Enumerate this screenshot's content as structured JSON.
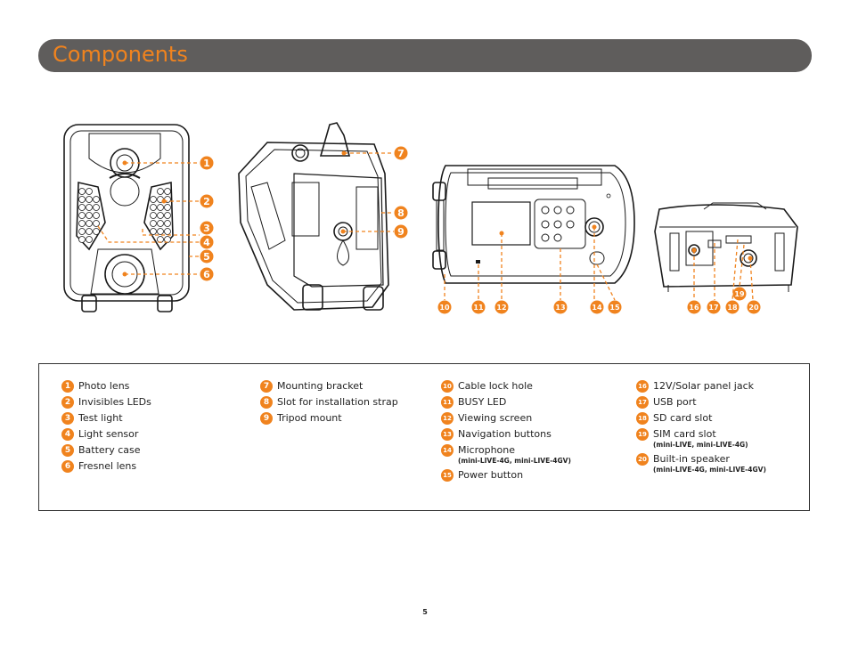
{
  "header": {
    "title": "Components"
  },
  "page_number": "5",
  "colors": {
    "accent": "#f0831e",
    "header_bg": "#5f5d5c"
  },
  "legend": {
    "col1": [
      {
        "num": "1",
        "label": "Photo lens"
      },
      {
        "num": "2",
        "label": "Invisibles LEDs"
      },
      {
        "num": "3",
        "label": "Test light"
      },
      {
        "num": "4",
        "label": "Light sensor"
      },
      {
        "num": "5",
        "label": "Battery case"
      },
      {
        "num": "6",
        "label": "Fresnel lens"
      }
    ],
    "col2": [
      {
        "num": "7",
        "label": "Mounting bracket"
      },
      {
        "num": "8",
        "label": "Slot for installation strap"
      },
      {
        "num": "9",
        "label": "Tripod mount"
      }
    ],
    "col3": [
      {
        "num": "10",
        "label": "Cable lock hole"
      },
      {
        "num": "11",
        "label": "BUSY LED"
      },
      {
        "num": "12",
        "label": "Viewing screen"
      },
      {
        "num": "13",
        "label": "Navigation buttons"
      },
      {
        "num": "14",
        "label": "Microphone",
        "note": "(mini-LIVE-4G, mini-LIVE-4GV)"
      },
      {
        "num": "15",
        "label": "Power button"
      }
    ],
    "col4": [
      {
        "num": "16",
        "label": "12V/Solar panel jack"
      },
      {
        "num": "17",
        "label": "USB port"
      },
      {
        "num": "18",
        "label": "SD card slot"
      },
      {
        "num": "19",
        "label": "SIM card slot",
        "note": "(mini-LIVE, mini-LIVE-4G)"
      },
      {
        "num": "20",
        "label": "Built-in speaker",
        "note": "(mini-LIVE-4G, mini-LIVE-4GV)"
      }
    ]
  },
  "diagram_callouts": {
    "c1": "1",
    "c2": "2",
    "c3": "3",
    "c4": "4",
    "c5": "5",
    "c6": "6",
    "c7": "7",
    "c8": "8",
    "c9": "9",
    "c10": "10",
    "c11": "11",
    "c12": "12",
    "c13": "13",
    "c14": "14",
    "c15": "15",
    "c16": "16",
    "c17": "17",
    "c18": "18",
    "c19": "19",
    "c20": "20"
  }
}
